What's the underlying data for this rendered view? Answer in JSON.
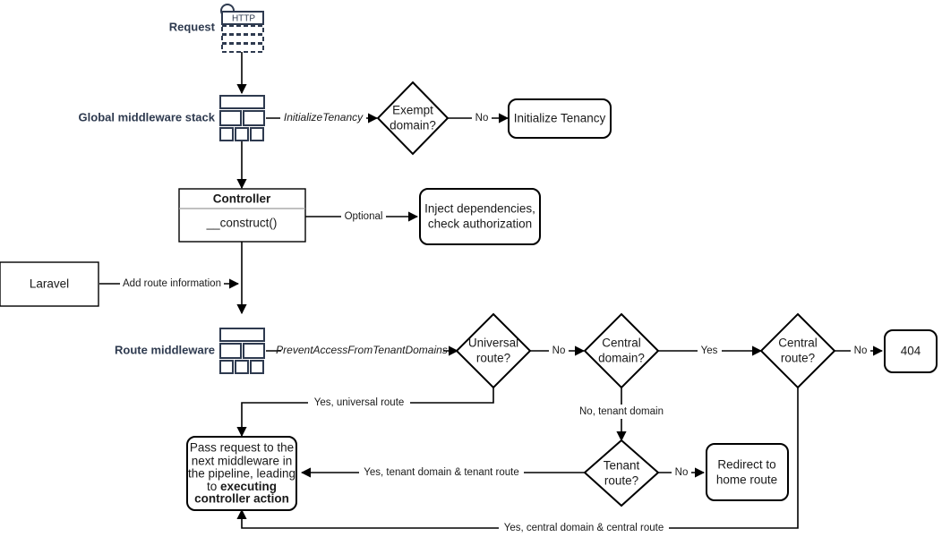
{
  "diagram": {
    "title": "Laravel multi-tenancy request lifecycle flowchart",
    "accent_icon_color": "#2E3A4F",
    "stroke_color": "#000000",
    "background": "#ffffff"
  },
  "side_labels": {
    "request": "Request",
    "global_middleware_stack": "Global middleware stack",
    "route_middleware": "Route middleware"
  },
  "icons": {
    "http_request": "http-request-icon",
    "http_badge_text": "HTTP",
    "global_stack": "middleware-stack-icon",
    "route_stack": "middleware-stack-icon"
  },
  "nodes": {
    "exempt_domain": "Exempt\ndomain?",
    "exempt_domain_line1": "Exempt",
    "exempt_domain_line2": "domain?",
    "initialize_tenancy": "Initialize Tenancy",
    "controller_header": "Controller",
    "controller_body": "__construct()",
    "inject_line1": "Inject dependencies,",
    "inject_line2": "check authorization",
    "laravel": "Laravel",
    "universal_route_line1": "Universal",
    "universal_route_line2": "route?",
    "central_domain_line1": "Central",
    "central_domain_line2": "domain?",
    "central_route_line1": "Central",
    "central_route_line2": "route?",
    "not_found": "404",
    "tenant_route_line1": "Tenant",
    "tenant_route_line2": "route?",
    "redirect_line1": "Redirect to",
    "redirect_line2": "home route",
    "pass_request_line1": "Pass request to the",
    "pass_request_line2": "next middleware in",
    "pass_request_line3": "the pipeline, leading",
    "pass_request_line4": "to ",
    "pass_request_bold1": "executing",
    "pass_request_bold2": "controller action"
  },
  "edge_labels": {
    "initialize_tenancy_mw": "InitializeTenancy",
    "exempt_no": "No",
    "optional": "Optional",
    "add_route_information": "Add route information",
    "prevent_access_mw": "PreventAccessFromTenantDomains",
    "universal_no": "No",
    "central_domain_yes": "Yes",
    "central_route_no": "No",
    "yes_universal_route": "Yes, universal route",
    "no_tenant_domain": "No, tenant domain",
    "tenant_route_no": "No",
    "yes_tenant_domain_tenant_route": "Yes, tenant domain & tenant route",
    "yes_central_domain_central_route": "Yes, central domain & central route"
  }
}
